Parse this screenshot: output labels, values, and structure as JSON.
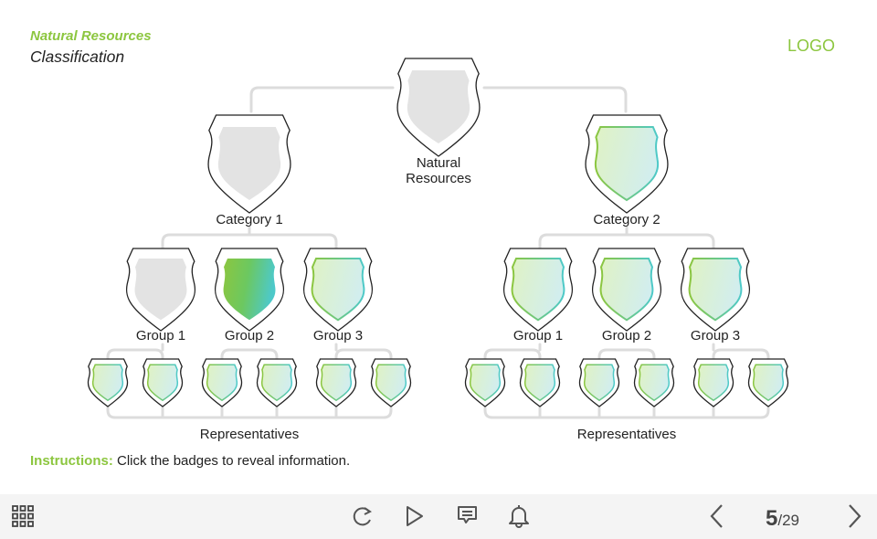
{
  "header": {
    "title": "Natural Resources",
    "subtitle": "Classification",
    "logo": "LOGO"
  },
  "colors": {
    "accent": "#8cc63f",
    "teal": "#4dc9c9",
    "connector": "#dcdcdc",
    "badge_inactive": "#e3e3e3",
    "bottom_bar": "#f4f4f4"
  },
  "tree": {
    "root": {
      "label_line1": "Natural",
      "label_line2": "Resources",
      "state": "inactive"
    },
    "categories": [
      {
        "label": "Category 1",
        "state": "inactive",
        "groups": [
          {
            "label": "Group 1",
            "state": "inactive"
          },
          {
            "label": "Group 2",
            "state": "active"
          },
          {
            "label": "Group 3",
            "state": "light"
          }
        ],
        "representatives_label": "Representatives",
        "representatives": [
          "light",
          "light",
          "light",
          "light",
          "light",
          "light"
        ]
      },
      {
        "label": "Category 2",
        "state": "light",
        "groups": [
          {
            "label": "Group 1",
            "state": "light"
          },
          {
            "label": "Group 2",
            "state": "light"
          },
          {
            "label": "Group 3",
            "state": "light"
          }
        ],
        "representatives_label": "Representatives",
        "representatives": [
          "light",
          "light",
          "light",
          "light",
          "light",
          "light"
        ]
      }
    ]
  },
  "instructions": {
    "lead": "Instructions:",
    "text": " Click the badges to reveal information."
  },
  "bottom_bar": {
    "menu_icon": "grid-menu-icon",
    "controls": [
      "replay-icon",
      "play-icon",
      "comment-icon",
      "bell-icon"
    ],
    "prev_icon": "chevron-left-icon",
    "next_icon": "chevron-right-icon",
    "current_page": "5",
    "total_pages": "/29"
  }
}
